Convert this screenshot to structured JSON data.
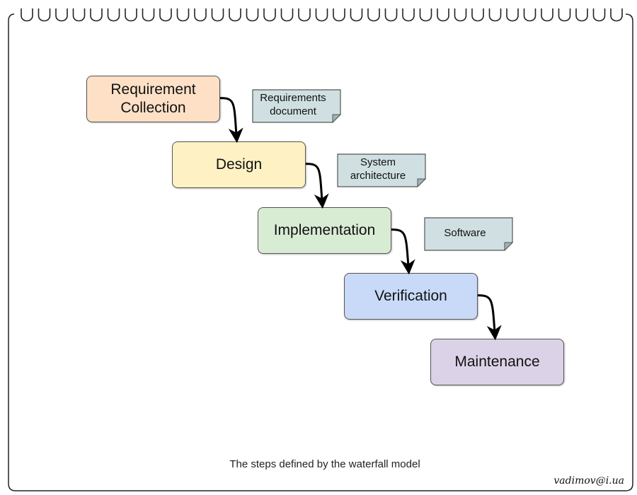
{
  "steps": [
    {
      "label": "Requirement Collection",
      "fill": "#fde0c6"
    },
    {
      "label": "Design",
      "fill": "#fef2c4"
    },
    {
      "label": "Implementation",
      "fill": "#d8ecd3"
    },
    {
      "label": "Verification",
      "fill": "#c8daf8"
    },
    {
      "label": "Maintenance",
      "fill": "#dcd2e8"
    }
  ],
  "artifacts": [
    {
      "label": "Requirements document"
    },
    {
      "label": "System architecture"
    },
    {
      "label": "Software"
    }
  ],
  "caption": "The steps defined by the waterfall model",
  "signature": "vadimov@i.ua",
  "colors": {
    "artifact_fill": "#d0e0e2",
    "outline": "#555555",
    "arrow": "#000000"
  }
}
